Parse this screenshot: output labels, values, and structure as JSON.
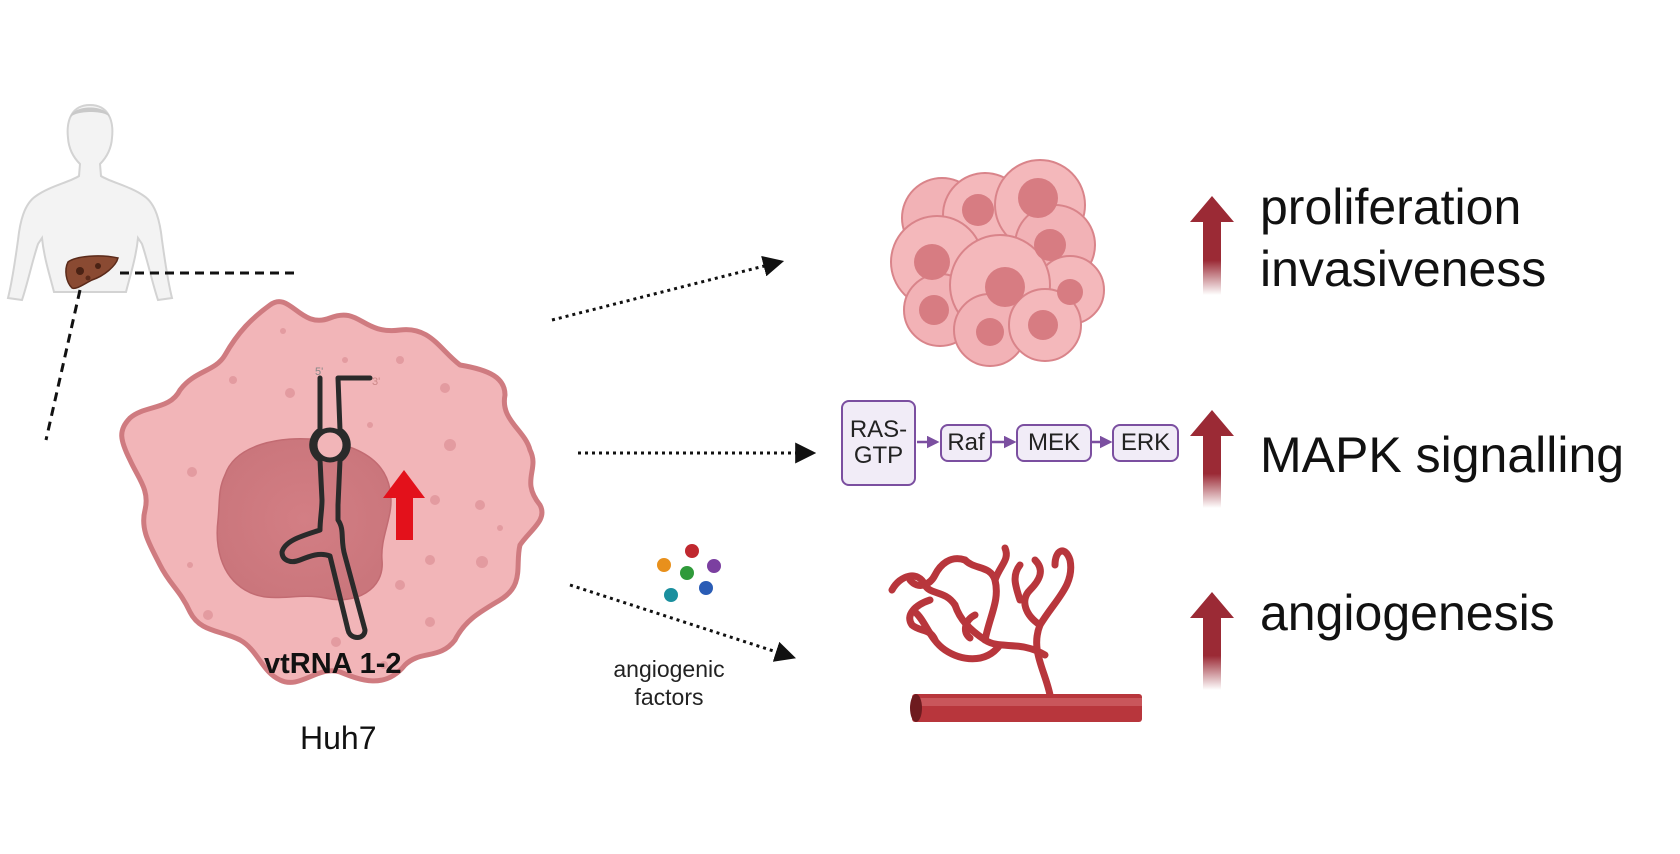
{
  "patient": {
    "figure_icon": "human-body-icon",
    "organ_icon": "liver-icon"
  },
  "cell": {
    "rna_label": "vtRNA 1-2",
    "cell_line": "Huh7",
    "five_prime": "5'",
    "three_prime": "3'",
    "upregulation_icon": "red-up-arrow-icon",
    "colors": {
      "membrane": "#cf7b80",
      "cytoplasm": "#f2b5b8",
      "nucleus": "#d98a8f",
      "up_arrow": "#e3111b"
    }
  },
  "secreted": {
    "label_line1": "angiogenic",
    "label_line2": "factors",
    "molecule_colors": [
      "#c0282f",
      "#e8901c",
      "#2f9a3a",
      "#7b3fa0",
      "#1a8f9e",
      "#2a5cb5"
    ]
  },
  "mapk_pathway": {
    "nodes": [
      {
        "label_line1": "RAS-",
        "label_line2": "GTP"
      },
      {
        "label_line1": "Raf"
      },
      {
        "label_line1": "MEK"
      },
      {
        "label_line1": "ERK"
      }
    ],
    "box_color": "#7b4fa0",
    "box_fill": "#f1ecf7"
  },
  "outcomes": [
    {
      "line1": "proliferation",
      "line2": "invasiveness",
      "illustration": "tumor-cell-cluster-icon"
    },
    {
      "line1": "MAPK signalling",
      "illustration": "mapk-pathway"
    },
    {
      "line1": "angiogenesis",
      "illustration": "blood-vessel-sprouting-icon"
    }
  ],
  "increase_arrow_color": "#9b2a35"
}
